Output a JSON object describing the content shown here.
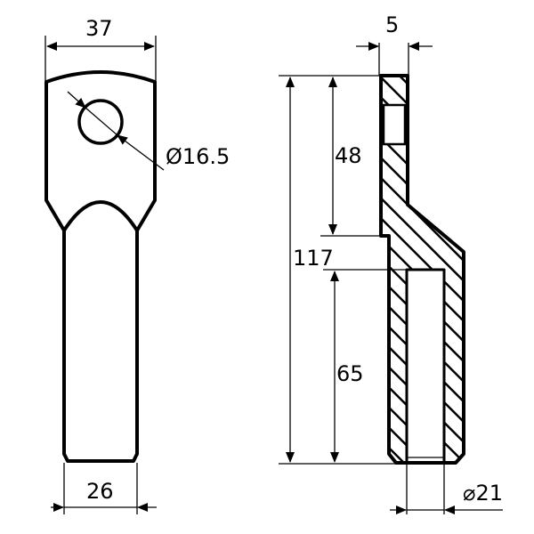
{
  "drawing": {
    "type": "technical drawing - cable lug",
    "front_view": {
      "dimensions": {
        "width_top": "37",
        "hole_diameter": "Ø16.5",
        "width_barrel": "26"
      }
    },
    "section_view": {
      "dimensions": {
        "thickness": "5",
        "total_length": "117",
        "palm_length": "48",
        "barrel_depth": "65",
        "barrel_inner_diameter": "⌀21"
      }
    },
    "colors": {
      "line": "#000000",
      "background": "#ffffff"
    }
  }
}
